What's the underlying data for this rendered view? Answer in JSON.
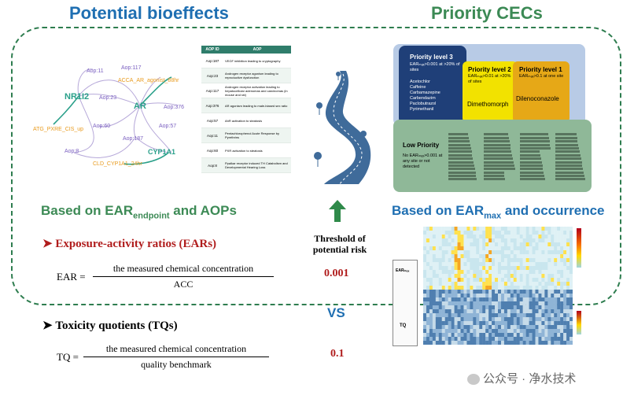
{
  "headers": {
    "left": "Potential bioeffects",
    "right": "Priority CECs"
  },
  "network": {
    "nodes": [
      "Aop:11",
      "Aop:117",
      "ACCA_AR_agonist_88hr",
      "NR1I2",
      "Aop:23",
      "AR",
      "Aop:376",
      "Aop:60",
      "Aop:57",
      "ATG_PXRE_CIS_up",
      "Aop:187",
      "Aop:8",
      "CYP1A1",
      "CLD_CYP1A1_24hr"
    ]
  },
  "aop_table": {
    "headers": [
      "AOP ID",
      "AOP"
    ],
    "rows": [
      [
        "Aop:187",
        "VEGF inhibition leading to cryptography"
      ],
      [
        "Aop:23",
        "Androgen receptor agonism leading to reproductive dysfunction"
      ],
      [
        "Aop:117",
        "Androgen receptor activation leading to hepatocellular adenomas and carcinomas (in mouse and rat)"
      ],
      [
        "Aop:376",
        "AR agonism leading to male-biased sex ratio"
      ],
      [
        "Aop:57",
        "AhR activation to steatosis"
      ],
      [
        "Aop:11",
        "Pentachlorophenol Acute Response by Pyrethrins"
      ],
      [
        "Aop:60",
        "PXR activation to steatosis"
      ],
      [
        "Aop:8",
        "Ppalkar receptor induced TH Catabolism and Developmental Hearing Loss"
      ]
    ]
  },
  "left_subtitle": {
    "prefix": "Based on EAR",
    "subscript": "endpoint",
    "suffix": " and AOPs"
  },
  "right_subtitle": {
    "prefix": "Based on EAR",
    "subscript": "max",
    "suffix": " and occurrence"
  },
  "priority": {
    "level3": {
      "title": "Priority level 3",
      "criteria": "EARₘₐₓ>0.001 at >20% of sites",
      "chemicals": [
        "Acetochlor",
        "Caffeine",
        "Carbamazepine",
        "Carbendazim",
        "Paclobutrazol",
        "Pyrimethanil"
      ]
    },
    "level2": {
      "title": "Priority level 2",
      "criteria": "EARₘₐₓ>0.01 at >20% of sites",
      "chemical": "Dimethomorph"
    },
    "level1": {
      "title": "Priority level 1",
      "criteria": "EARₘₐₓ>0.1 at one site",
      "chemical": "Dilenoconazole"
    },
    "low": {
      "title": "Low Priority",
      "criteria": "No EARₘₐₓ>0.001 at any site or not detected"
    }
  },
  "ear": {
    "bullet": "Exposure-activity ratios (EARs)",
    "lhs": "EAR =",
    "numerator": "the measured chemical concentration",
    "denominator": "ACC",
    "threshold": "0.001"
  },
  "tq": {
    "bullet": "Toxicity quotients (TQs)",
    "lhs": "TQ =",
    "numerator": "the measured chemical concentration",
    "denominator": "quality benchmark",
    "threshold": "0.1"
  },
  "threshold_label": "Threshold of potential risk",
  "vs_label": "VS",
  "heatmap_axis": {
    "top": "EARₘₐₓ",
    "bottom": "TQ"
  },
  "watermark": "公众号 · 净水技术",
  "colors": {
    "blue": "#1f6fb2",
    "green": "#3c8a55",
    "red": "#b01c1c",
    "dashed": "#2e7d4f"
  }
}
